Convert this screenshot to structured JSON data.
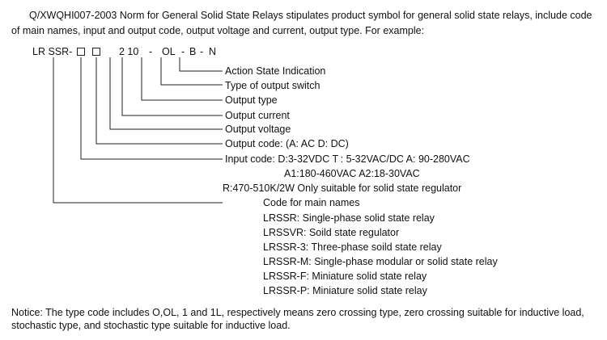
{
  "intro": "Q/XWQHI007-2003 Norm for General Solid State Relays stipulates product symbol for general solid state relays, include code of main names, input and output code, output voltage and current, output type. For example:",
  "code": {
    "prefix": "LR SSR-",
    "part_210": "2 10",
    "sep1": "-",
    "part_ol": "OL",
    "sep2": "-",
    "part_b": "B",
    "sep3": "-",
    "part_n": "N"
  },
  "labels": {
    "action_state": "Action State Indication",
    "output_switch": "Type of output switch",
    "output_type": "Output type",
    "output_current": "Output current",
    "output_voltage": "Output voltage",
    "output_code": "Output code:  (A: AC   D: DC)",
    "input_code_1": "Input code:    D:3-32VDC   T :  5-32VAC/DC  A: 90-280VAC",
    "input_code_2": "A1:180-460VAC  A2:18-30VAC",
    "input_code_3": "R:470-510K/2W  Only suitable for solid state regulator",
    "main_names_title": "Code for main names",
    "lrssr": "LRSSR: Single-phase solid state relay",
    "lrssvr": "LRSSVR: Soild state regulator",
    "lrssr3": "LRSSR-3: Three-phase soild state relay",
    "lrssrm": "LRSSR-M: Single-phase modular or solid state relay",
    "lrssrf": "LRSSR-F: Miniature solid state relay",
    "lrssrp": "LRSSR-P: Miniature solid state relay"
  },
  "notice": "Notice: The type code includes O,OL, 1 and 1L, respectively means zero crossing type, zero crossing suitable for inductive load, stochastic type, and stochastic type suitable for inductive load."
}
